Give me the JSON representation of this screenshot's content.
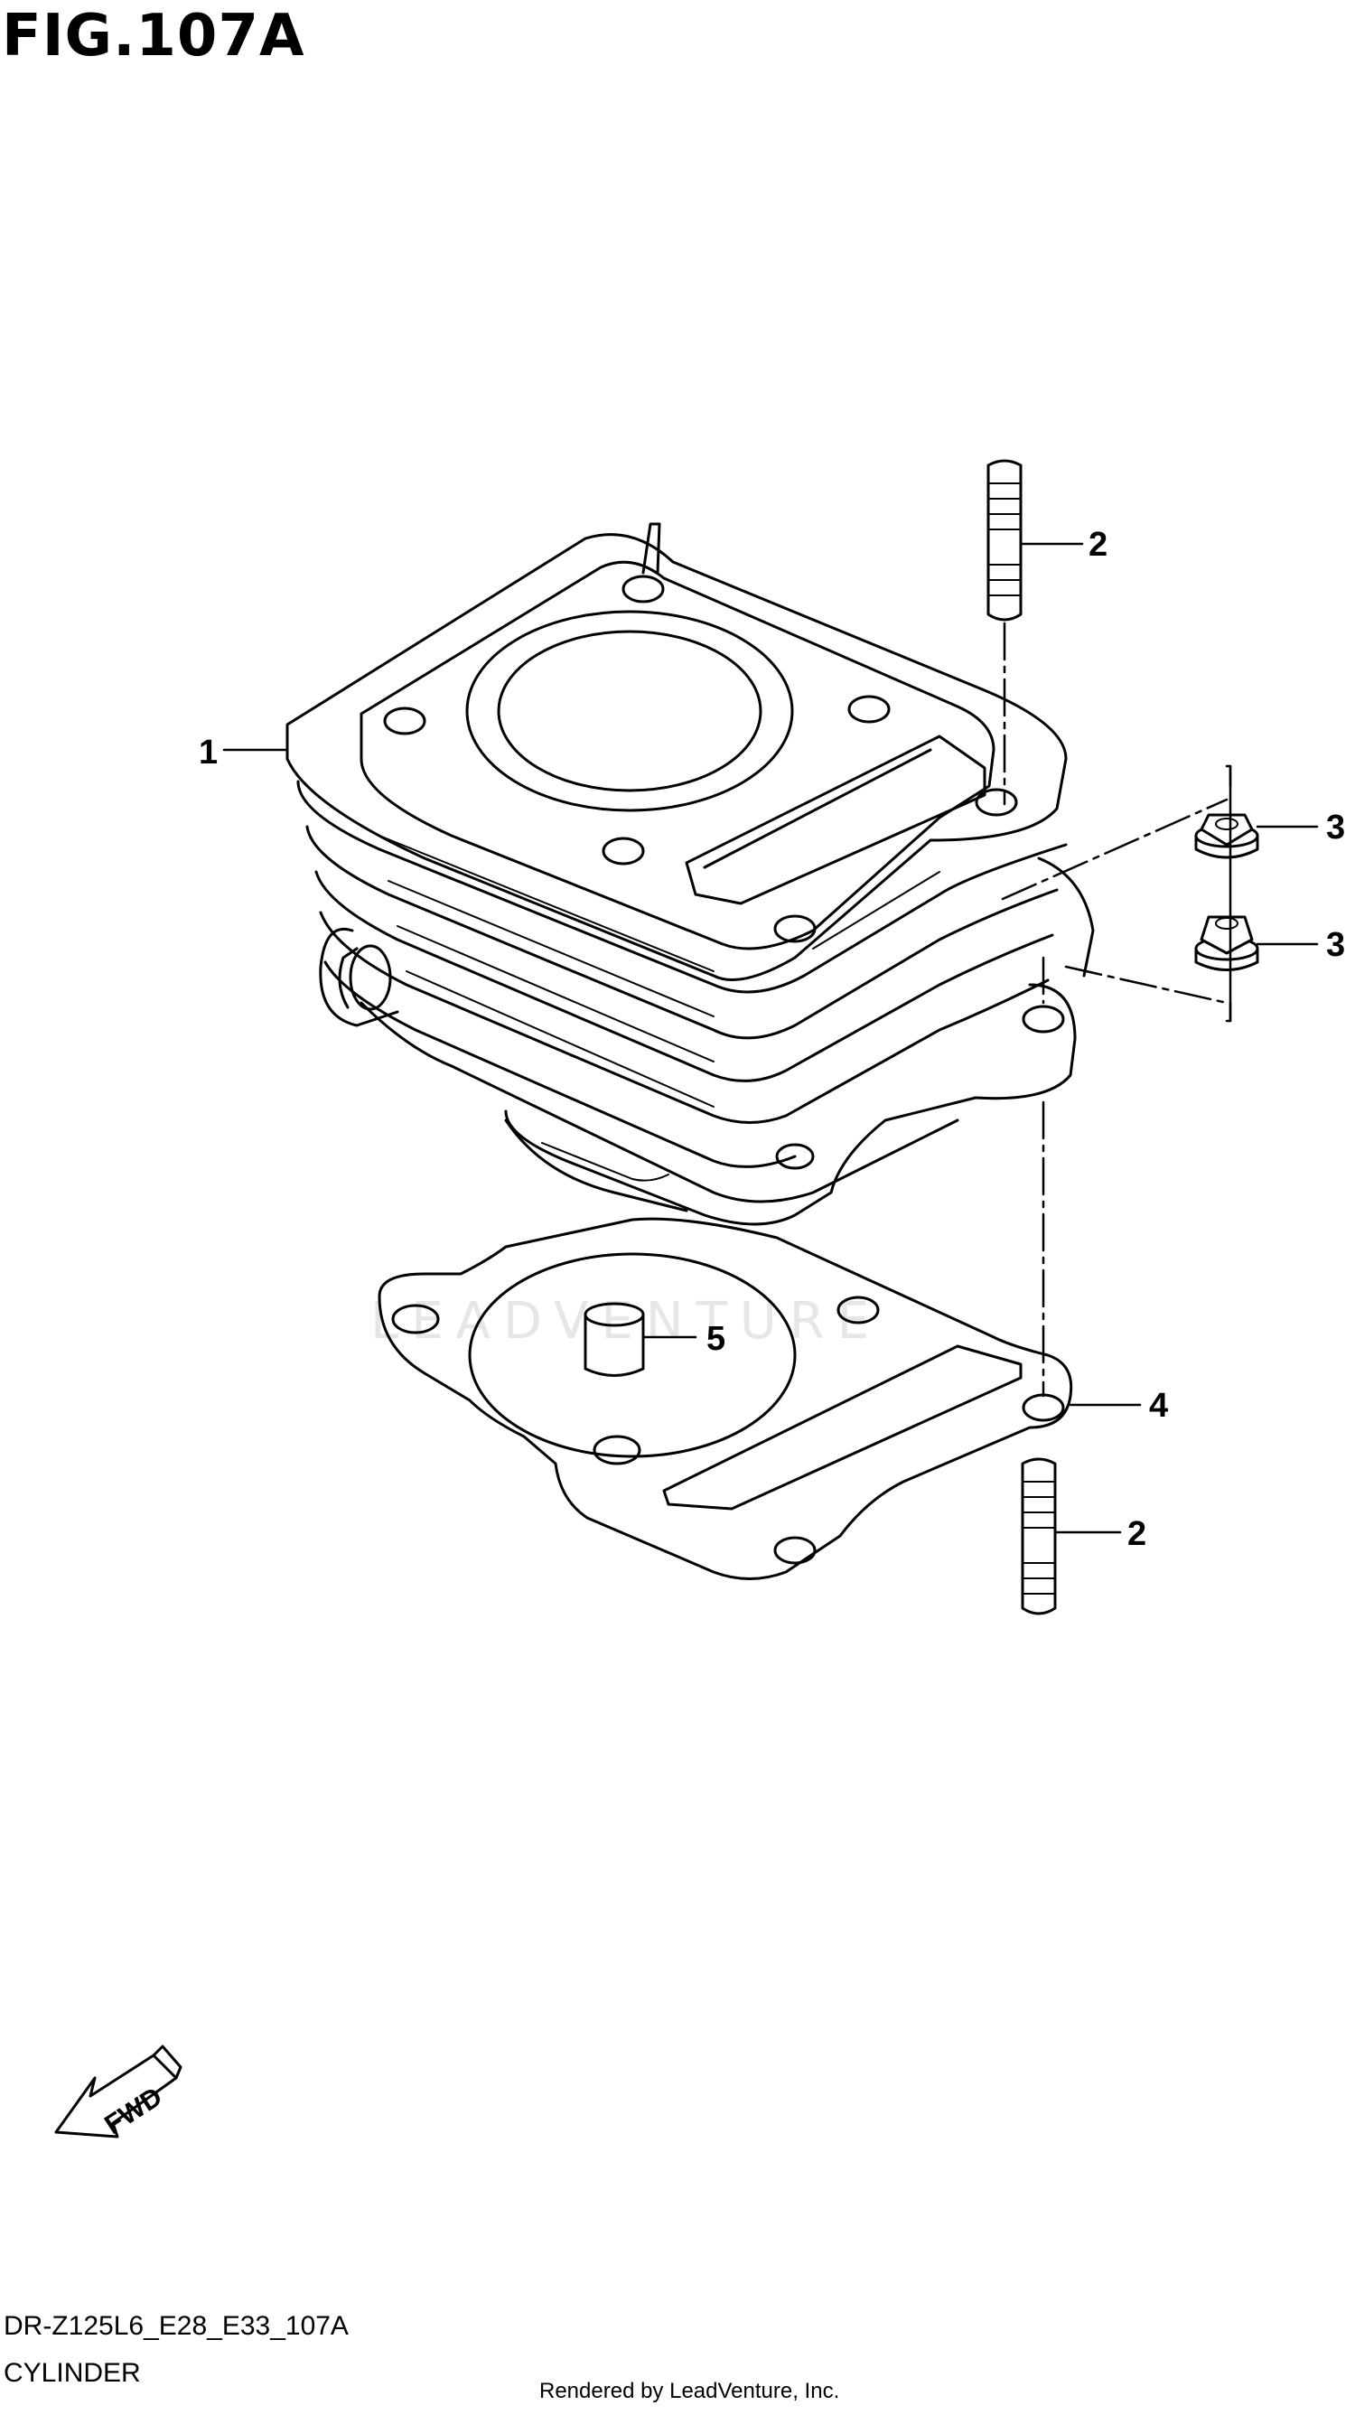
{
  "figure": {
    "title": "FIG.107A"
  },
  "callouts": [
    {
      "id": "1",
      "label": "1"
    },
    {
      "id": "2-top",
      "label": "2"
    },
    {
      "id": "3-upper",
      "label": "3"
    },
    {
      "id": "3-lower",
      "label": "3"
    },
    {
      "id": "5",
      "label": "5"
    },
    {
      "id": "4",
      "label": "4"
    },
    {
      "id": "2-bottom",
      "label": "2"
    }
  ],
  "fwd_label": "FWD",
  "watermark": "LEADVENTURE",
  "footer": {
    "model_code": "DR-Z125L6_E28_E33_107A",
    "section_name": "CYLINDER",
    "credit": "Rendered by LeadVenture, Inc."
  }
}
